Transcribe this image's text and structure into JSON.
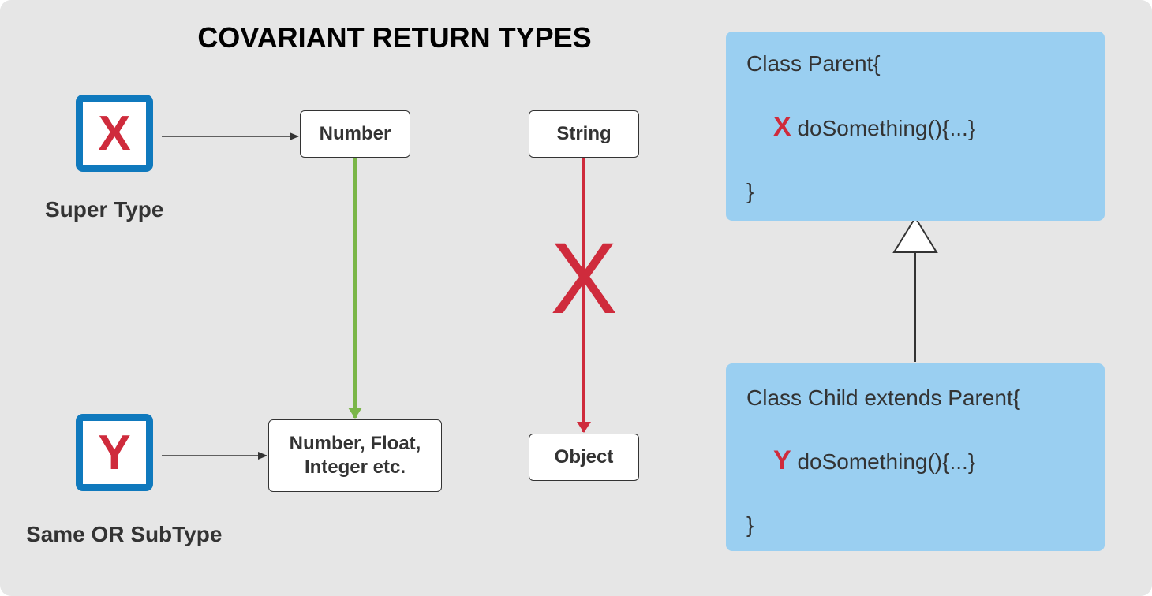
{
  "title": "COVARIANT RETURN TYPES",
  "colors": {
    "background": "#e6e6e6",
    "box_border": "#0f79bd",
    "accent_red": "#cf2b3c",
    "valid_arrow": "#7ab648",
    "panel_fill": "#9acff1",
    "text": "#333333"
  },
  "boxes": {
    "super_letter": "X",
    "sub_letter": "Y"
  },
  "captions": {
    "super": "Super Type",
    "sub": "Same OR SubType"
  },
  "nodes": {
    "number": "Number",
    "string": "String",
    "subtypes_line1": "Number, Float,",
    "subtypes_line2": "Integer etc.",
    "object": "Object"
  },
  "invalid_mark": "X",
  "parent_class": {
    "header": "Class Parent{",
    "return_letter": "X",
    "method": "doSomething(){...}",
    "closing": "}"
  },
  "child_class": {
    "header": "Class  Child extends Parent{",
    "return_letter": "Y",
    "method": "doSomething(){...}",
    "closing": "}"
  }
}
